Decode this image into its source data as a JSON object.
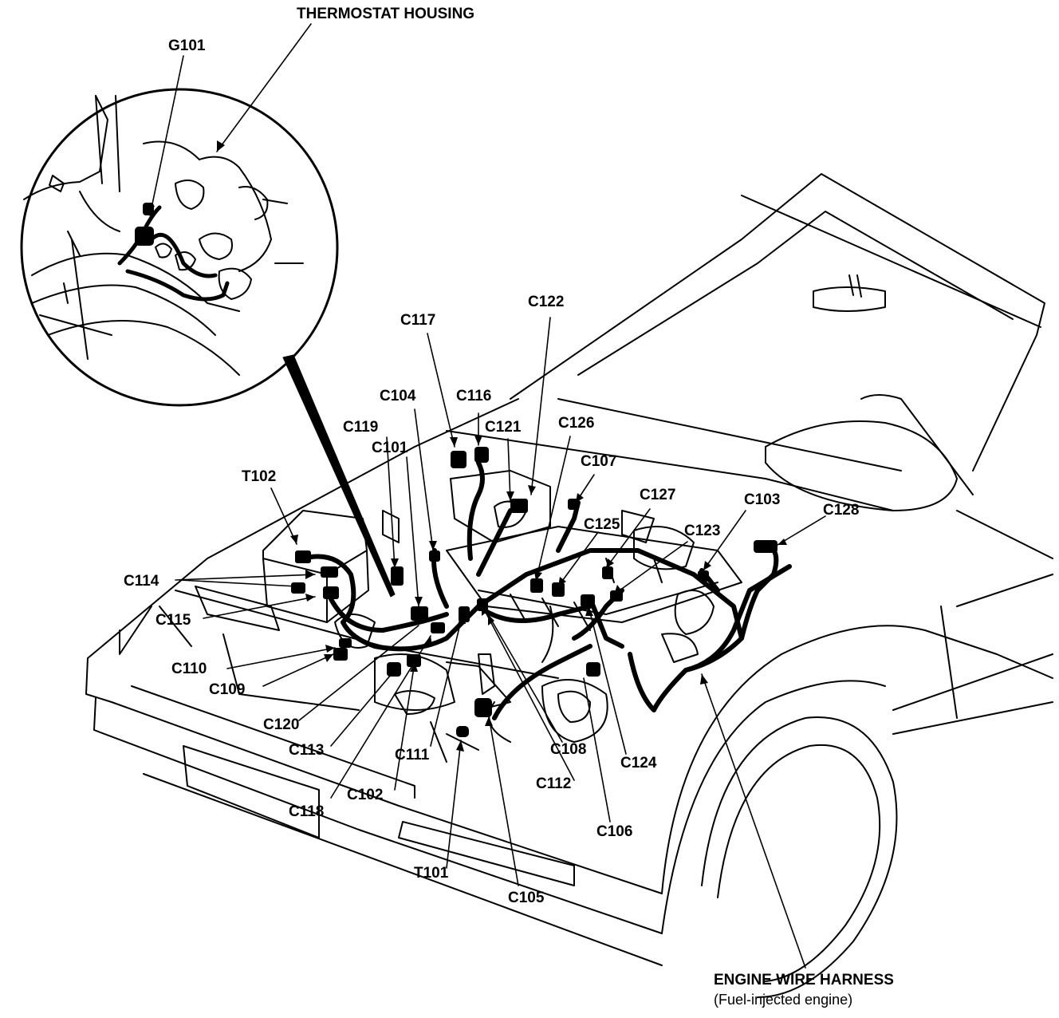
{
  "title": "THERMOSTAT HOUSING",
  "inset_label": "G101",
  "harness": {
    "name": "ENGINE WIRE HARNESS",
    "note": "(Fuel-injected engine)"
  },
  "connectors": {
    "C101": "C101",
    "C102": "C102",
    "C103": "C103",
    "C104": "C104",
    "C105": "C105",
    "C106": "C106",
    "C107": "C107",
    "C108": "C108",
    "C109": "C109",
    "C110": "C110",
    "C111": "C111",
    "C112": "C112",
    "C113": "C113",
    "C114": "C114",
    "C115": "C115",
    "C116": "C116",
    "C117": "C117",
    "C118": "C118",
    "C119": "C119",
    "C120": "C120",
    "C121": "C121",
    "C122": "C122",
    "C123": "C123",
    "C124": "C124",
    "C125": "C125",
    "C126": "C126",
    "C127": "C127",
    "C128": "C128"
  },
  "terminals": {
    "T101": "T101",
    "T102": "T102"
  }
}
